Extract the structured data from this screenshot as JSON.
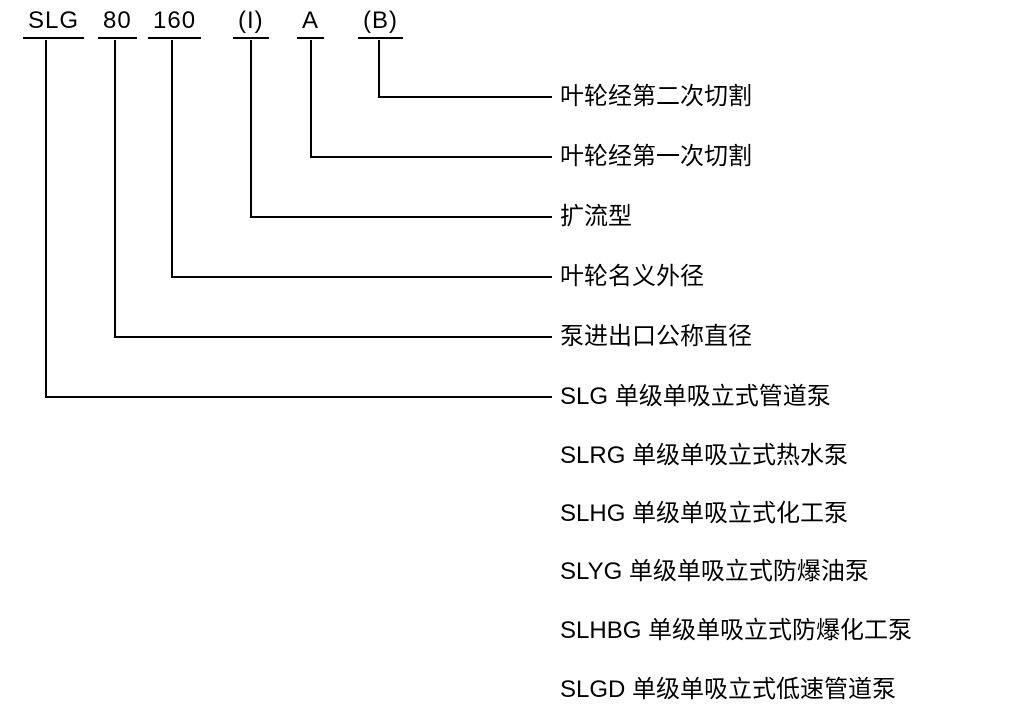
{
  "diagram_title": "pump-model-designation",
  "code": {
    "segments": [
      "SLG",
      "80",
      "160",
      "(I)",
      "A",
      "(B)"
    ]
  },
  "callouts": [
    {
      "from_segment": "(B)",
      "label": "叶轮经第二次切割"
    },
    {
      "from_segment": "A",
      "label": "叶轮经第一次切割"
    },
    {
      "from_segment": "(I)",
      "label": "扩流型"
    },
    {
      "from_segment": "160",
      "label": "叶轮名义外径"
    },
    {
      "from_segment": "80",
      "label": "泵进出口公称直径"
    },
    {
      "from_segment": "SLG",
      "label": "SLG 单级单吸立式管道泵"
    }
  ],
  "model_list": [
    "SLRG 单级单吸立式热水泵",
    "SLHG 单级单吸立式化工泵",
    "SLYG 单级单吸立式防爆油泵",
    "SLHBG 单级单吸立式防爆化工泵",
    "SLGD 单级单吸立式低速管道泵"
  ],
  "colors": {
    "line": "#000000",
    "text": "#000000",
    "background": "#ffffff"
  }
}
